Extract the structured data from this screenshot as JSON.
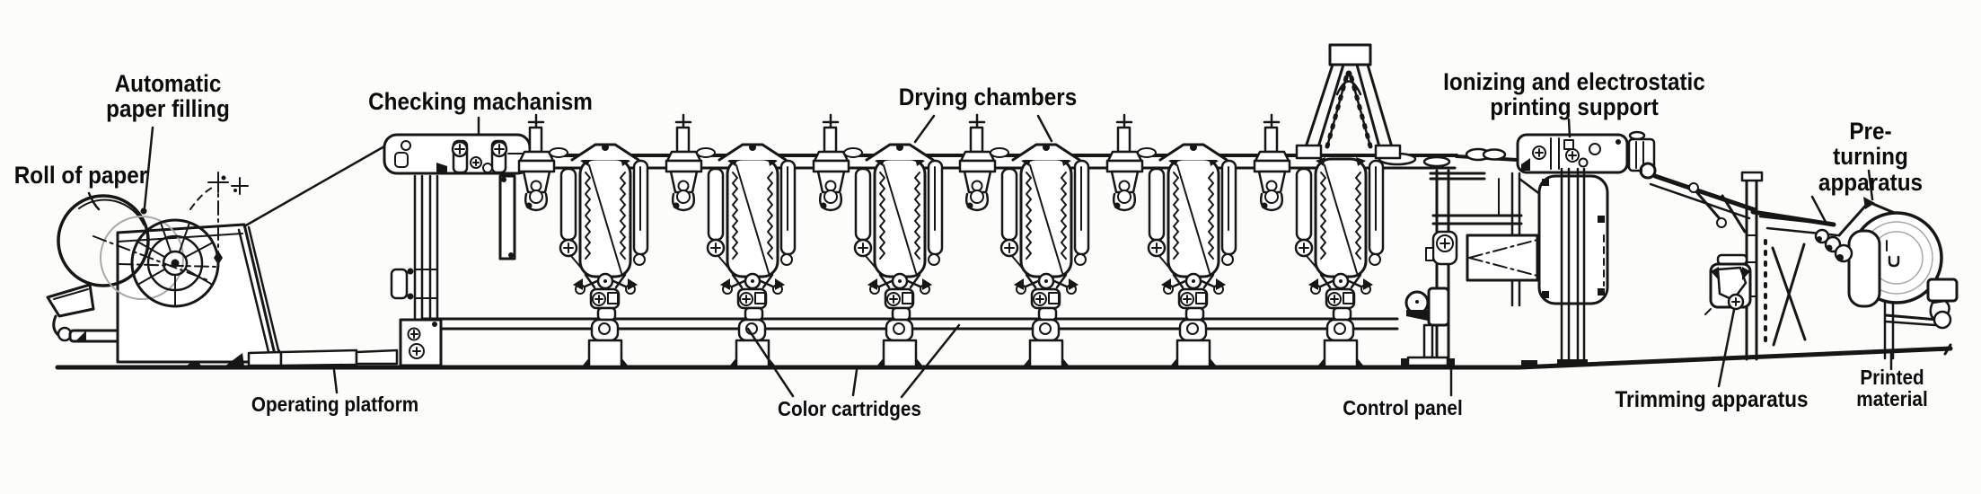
{
  "diagram": {
    "type": "technical-line-diagram",
    "subject": "web offset printing press, side elevation",
    "colors": {
      "ink": "#161616",
      "background": "#fcfcfb",
      "label_text": "#0b0b0b"
    },
    "labels": {
      "roll_of_paper": "Roll of paper",
      "automatic_paper_filling": "Automatic\npaper filling",
      "checking_machanism": "Checking machanism",
      "drying_chambers": "Drying chambers",
      "ionizing_support": "Ionizing and electrostatic\nprinting support",
      "pre_turning": "Pre-turning\napparatus",
      "operating_platform": "Operating platform",
      "color_cartridges": "Color cartridges",
      "control_panel": "Control panel",
      "trimming_apparatus": "Trimming apparatus",
      "printed_material": "Printed\nmaterial"
    }
  }
}
